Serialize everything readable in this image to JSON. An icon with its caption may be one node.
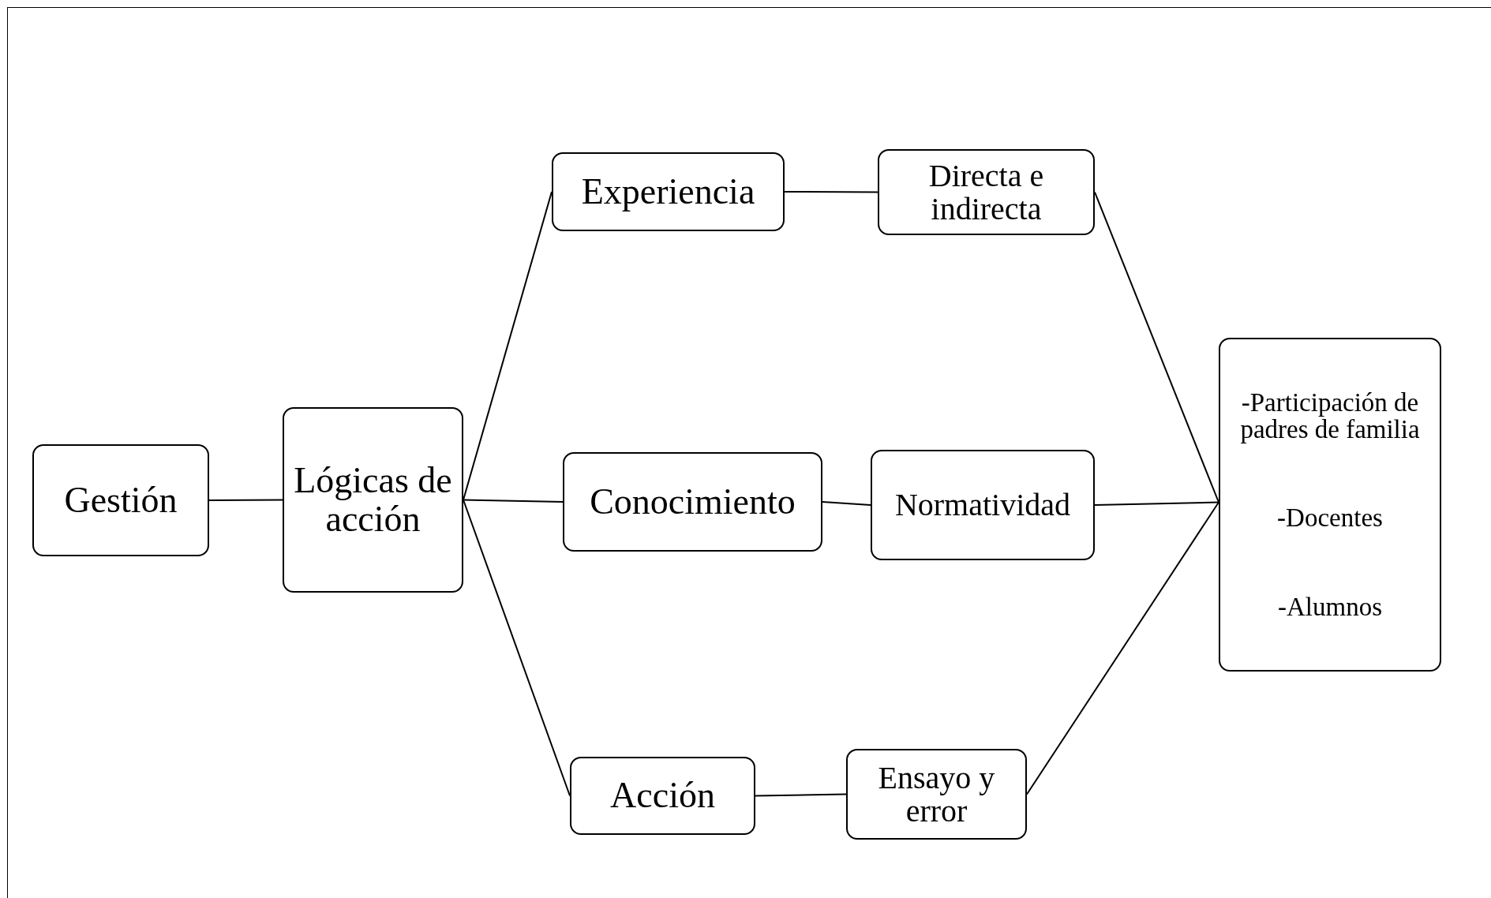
{
  "diagram": {
    "nodes": [
      {
        "text": [
          "Gestión"
        ]
      },
      {
        "text": [
          "Lógicas de acción"
        ]
      },
      {
        "text": [
          "Experiencia"
        ]
      },
      {
        "text": [
          "Conocimiento"
        ]
      },
      {
        "text": [
          "Acción"
        ]
      },
      {
        "text": [
          "Directa e indirecta"
        ]
      },
      {
        "text": [
          "Normatividad"
        ]
      },
      {
        "text": [
          "Ensayo y error"
        ]
      },
      {
        "text": [
          "-Participación de padres de familia",
          "-Docentes",
          "-Alumnos"
        ]
      }
    ],
    "edges": [
      {
        "from": 0,
        "to": 1,
        "arrow": "none"
      },
      {
        "from": 1,
        "to": 2,
        "arrow": "none"
      },
      {
        "from": 1,
        "to": 3,
        "arrow": "none"
      },
      {
        "from": 1,
        "to": 4,
        "arrow": "none"
      },
      {
        "from": 2,
        "to": 5,
        "arrow": "none"
      },
      {
        "from": 3,
        "to": 6,
        "arrow": "none"
      },
      {
        "from": 4,
        "to": 7,
        "arrow": "none"
      },
      {
        "from": 5,
        "to": 8,
        "arrow": "none"
      },
      {
        "from": 6,
        "to": 8,
        "arrow": "none"
      },
      {
        "from": 7,
        "to": 8,
        "arrow": "none"
      }
    ]
  }
}
